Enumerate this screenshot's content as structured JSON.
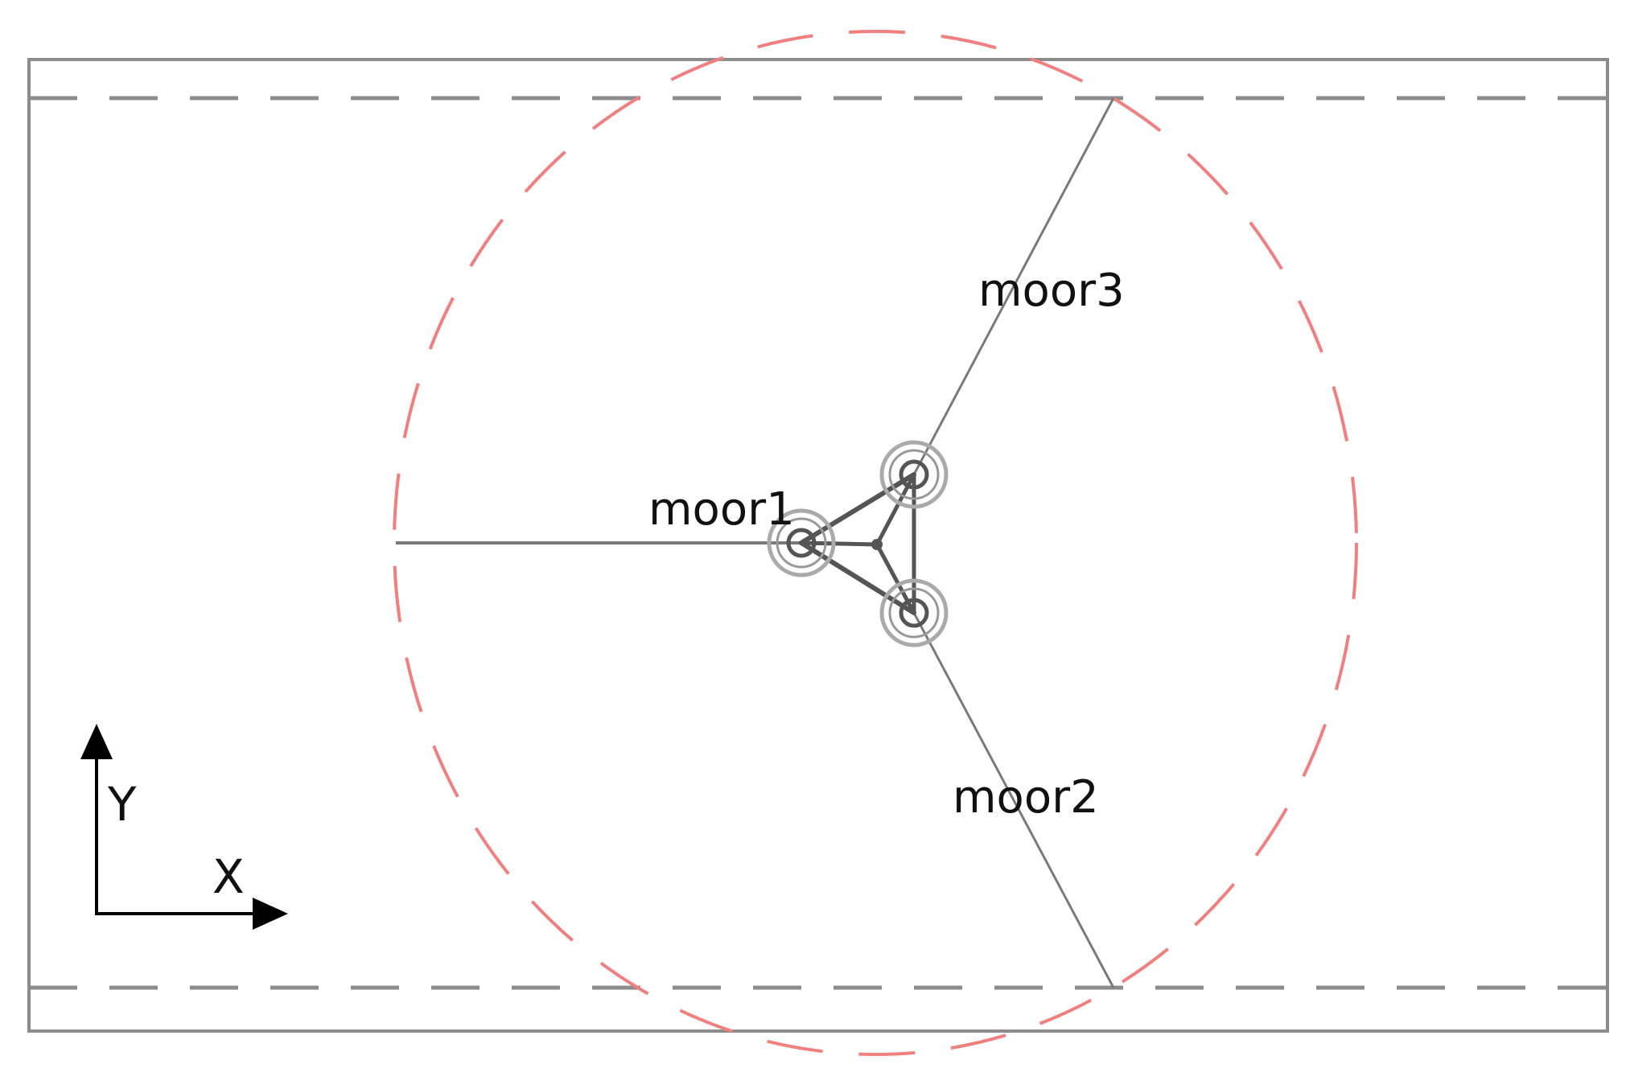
{
  "mooring_lines": [
    {
      "label": "moor1"
    },
    {
      "label": "moor2"
    },
    {
      "label": "moor3"
    }
  ],
  "axes": {
    "x_label": "X",
    "y_label": "Y"
  },
  "colors": {
    "line": "#7a7a7a",
    "frame": "#8c8c8c",
    "circle": "#f08080",
    "platform": "#555555",
    "text": "#111111",
    "axis": "#000000"
  }
}
